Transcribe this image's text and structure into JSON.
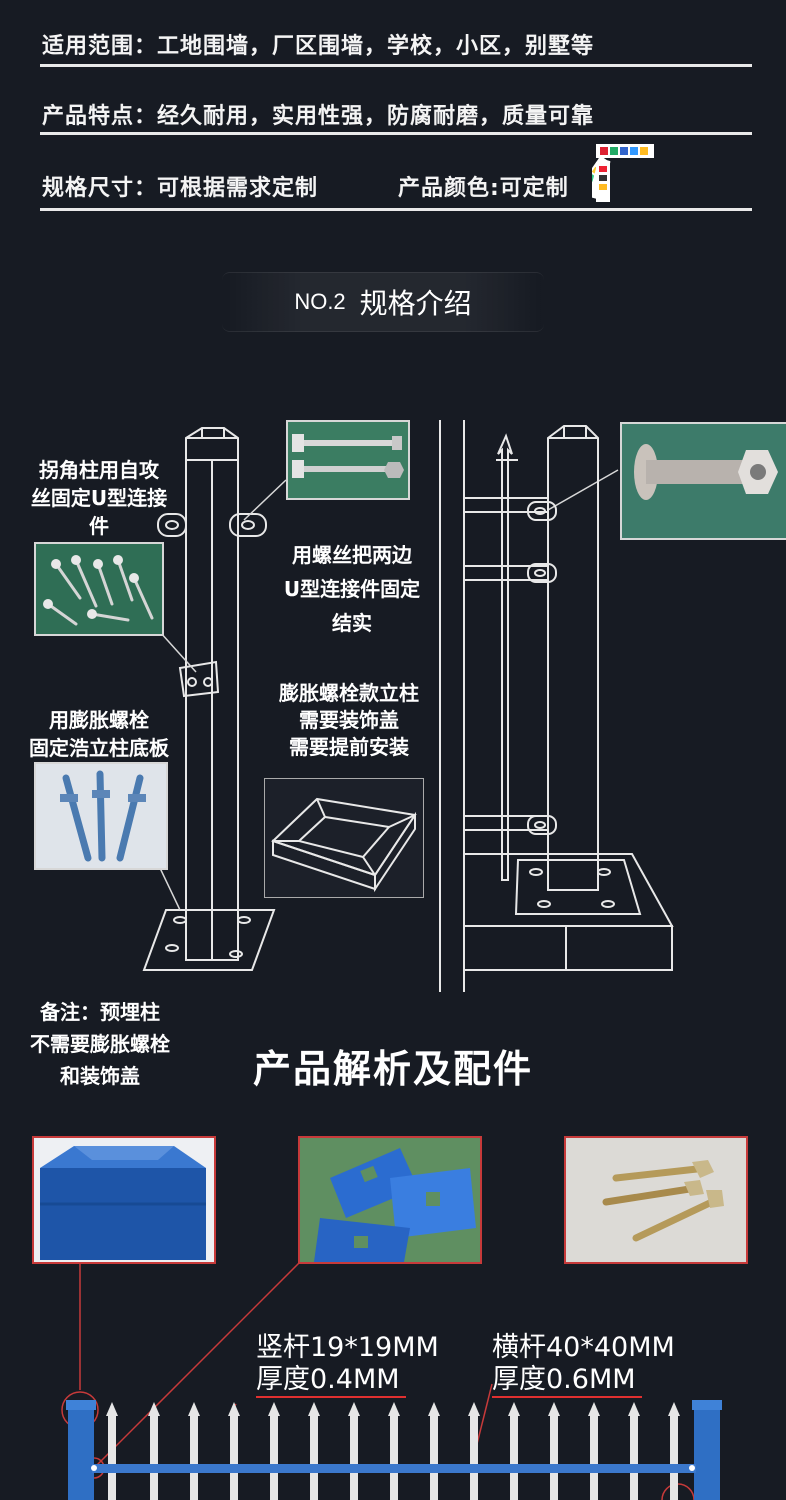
{
  "info": {
    "scope": "适用范围：工地围墙，厂区围墙，学校，小区，别墅等",
    "features": "产品特点：经久耐用，实用性强，防腐耐磨，质量可靠",
    "size": "规格尺寸：可根据需求定制",
    "color": "产品颜色:可定制"
  },
  "section": {
    "no": "NO.2",
    "title": "规格介绍"
  },
  "labels": {
    "corner_l1": "拐角柱用自攻",
    "corner_l2": "丝固定U型连接",
    "corner_l3": "件",
    "bolt_l1": "用螺丝把两边",
    "bolt_l2": "U型连接件固定",
    "bolt_l3": "结实",
    "expand_l1": "用膨胀螺栓",
    "expand_l2": "固定浩立柱底板",
    "post_l1": "膨胀螺栓款立柱",
    "post_l2": "需要装饰盖",
    "post_l3": "需要提前安装",
    "note_l1": "备注：预埋柱",
    "note_l2": "不需要膨胀螺栓",
    "note_l3": "和装饰盖"
  },
  "analysis_title": "产品解析及配件",
  "specs": {
    "vertical_l1": "竖杆19*19MM",
    "vertical_l2": "厚度0.4MM",
    "horizontal_l1": "横杆40*40MM",
    "horizontal_l2": "厚度0.6MM"
  },
  "colors": {
    "fence_blue": "#2f6fc4",
    "accent_red": "#c73a3a",
    "background": "#171b23"
  }
}
